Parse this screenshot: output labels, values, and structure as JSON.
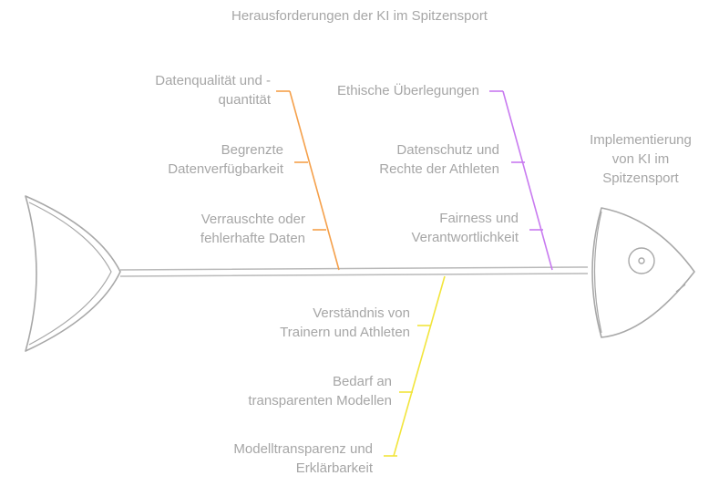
{
  "title": "Herausforderungen der KI im Spitzensport",
  "head_label": [
    "Implementierung",
    "von KI im",
    "Spitzensport"
  ],
  "colors": {
    "spine": "#b9b9b9",
    "outline": "#a8a8a8",
    "text": "#a6a6a6",
    "branch_data": "#f5a04a",
    "branch_ethics": "#c87af0",
    "branch_understanding": "#f2e53c"
  },
  "branches": [
    {
      "color_key": "branch_data",
      "causes": [
        [
          "Datenqualität und -",
          "quantität"
        ],
        [
          "Begrenzte",
          "Datenverfügbarkeit"
        ],
        [
          "Verrauschte oder",
          "fehlerhafte Daten"
        ]
      ]
    },
    {
      "color_key": "branch_ethics",
      "causes": [
        [
          "Ethische Überlegungen"
        ],
        [
          "Datenschutz und",
          "Rechte der Athleten"
        ],
        [
          "Fairness und",
          "Verantwortlichkeit"
        ]
      ]
    },
    {
      "color_key": "branch_understanding",
      "causes": [
        [
          "Verständnis von",
          "Trainern und Athleten"
        ],
        [
          "Bedarf an",
          "transparenten Modellen"
        ],
        [
          "Modelltransparenz und",
          "Erklärbarkeit"
        ]
      ]
    }
  ]
}
